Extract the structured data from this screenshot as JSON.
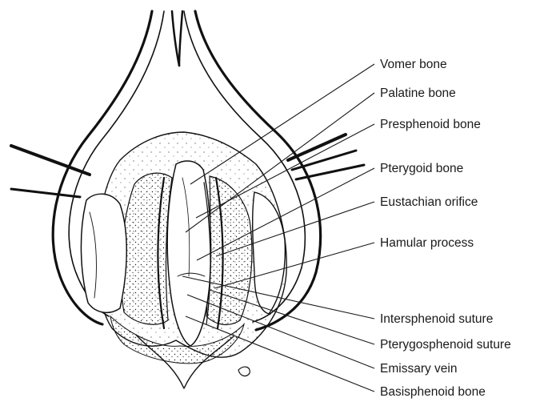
{
  "figure": {
    "labels": [
      {
        "id": "vomer",
        "text": "Vomer bone"
      },
      {
        "id": "palatine",
        "text": "Palatine bone"
      },
      {
        "id": "presphenoid",
        "text": "Presphenoid bone"
      },
      {
        "id": "pterygoid",
        "text": "Pterygoid bone"
      },
      {
        "id": "eustachian",
        "text": "Eustachian orifice"
      },
      {
        "id": "hamular",
        "text": "Hamular process"
      },
      {
        "id": "intersphenoid",
        "text": "Intersphenoid suture"
      },
      {
        "id": "pterygosphenoid",
        "text": "Pterygosphenoid suture"
      },
      {
        "id": "emissary",
        "text": "Emissary vein"
      },
      {
        "id": "basisphenoid",
        "text": "Basisphenoid bone"
      }
    ]
  }
}
